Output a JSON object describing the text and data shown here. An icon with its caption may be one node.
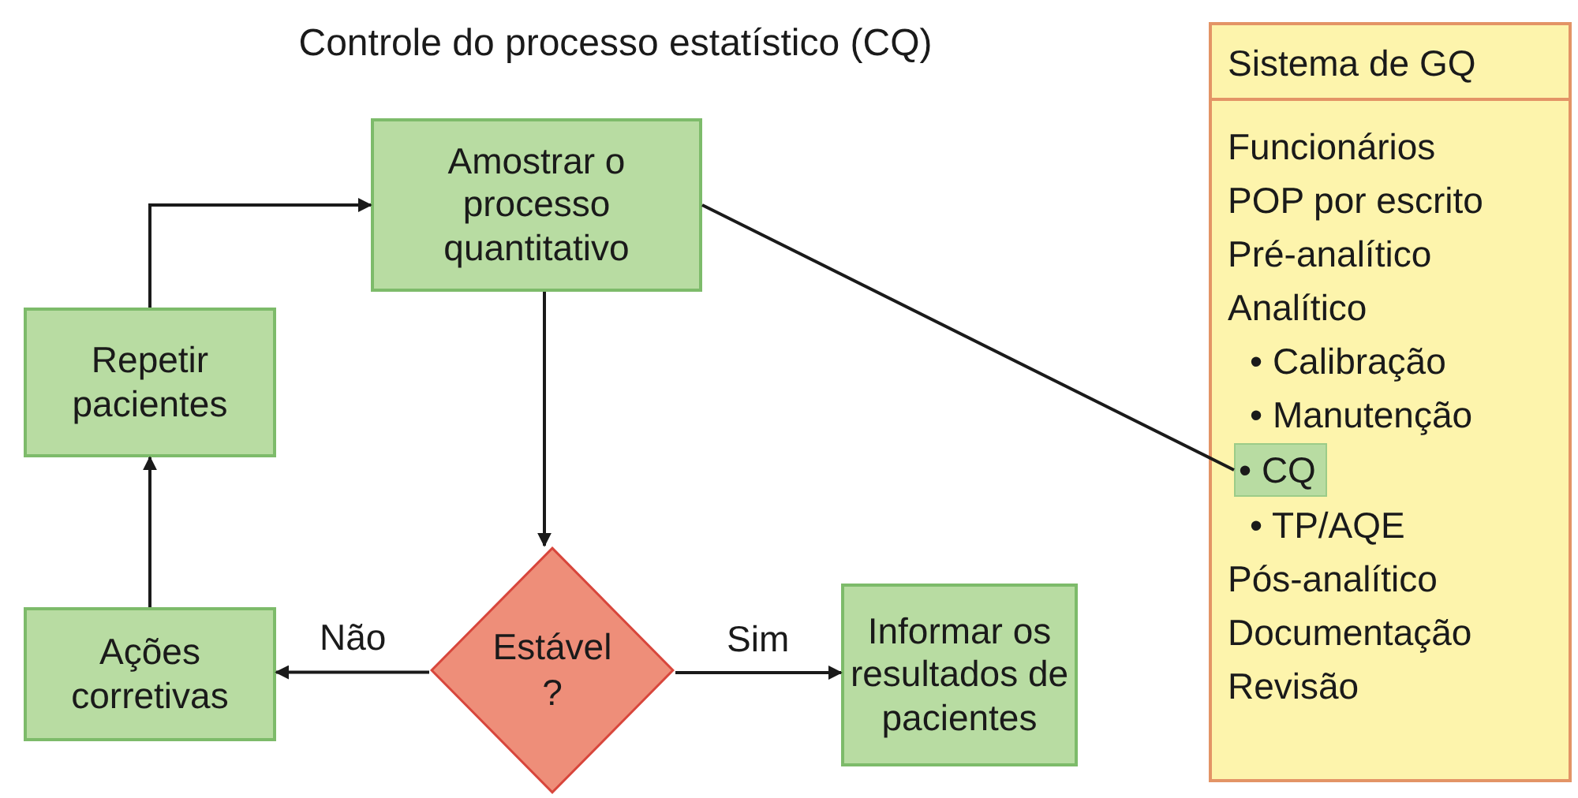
{
  "diagram": {
    "title": "Controle do processo estatístico (CQ)",
    "nodes": [
      {
        "text": [
          "Amostrar o processo quantitativo"
        ]
      },
      {
        "text": [
          "Repetir pacientes"
        ]
      },
      {
        "text": [
          "Ações corretivas"
        ]
      },
      {
        "text": [
          "Estável ?"
        ]
      },
      {
        "text": [
          "Informar os resultados de pacientes"
        ]
      },
      {
        "text": [
          "Sistema de GQ",
          "Funcionários",
          "POP por escrito",
          "Pré-analítico",
          "Analítico",
          "• Calibração",
          "• Manutenção",
          "• TP/AQE",
          "Pós-analítico",
          "Documentação",
          "Revisão"
        ]
      },
      {
        "text": [
          "• CQ"
        ],
        "in": 5
      }
    ],
    "edges": [
      {
        "from": 0,
        "to": 3,
        "arrow": "to"
      },
      {
        "from": 3,
        "to": 2,
        "arrow": "to",
        "label": "Não"
      },
      {
        "from": 3,
        "to": 4,
        "arrow": "to",
        "label": "Sim"
      },
      {
        "from": 2,
        "to": 1,
        "arrow": "to"
      },
      {
        "from": 1,
        "to": 0,
        "arrow": "to"
      },
      {
        "from": 0,
        "to": 6,
        "arrow": "none"
      }
    ]
  }
}
